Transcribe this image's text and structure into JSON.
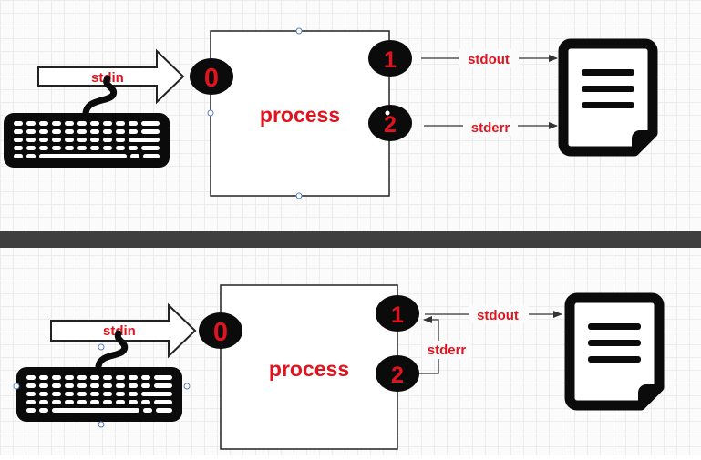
{
  "top_diagram": {
    "stdin_label": "stdin",
    "process_label": "process",
    "fd0": "0",
    "fd1": "1",
    "fd2": "2",
    "stdout_label": "stdout",
    "stderr_label": "stderr"
  },
  "bottom_diagram": {
    "stdin_label": "stdin",
    "process_label": "process",
    "fd0": "0",
    "fd1": "1",
    "fd2": "2",
    "stdout_label": "stdout",
    "stderr_label": "stderr"
  },
  "colors": {
    "label": "#e0141e",
    "divider": "#404040",
    "ink": "#111111"
  }
}
